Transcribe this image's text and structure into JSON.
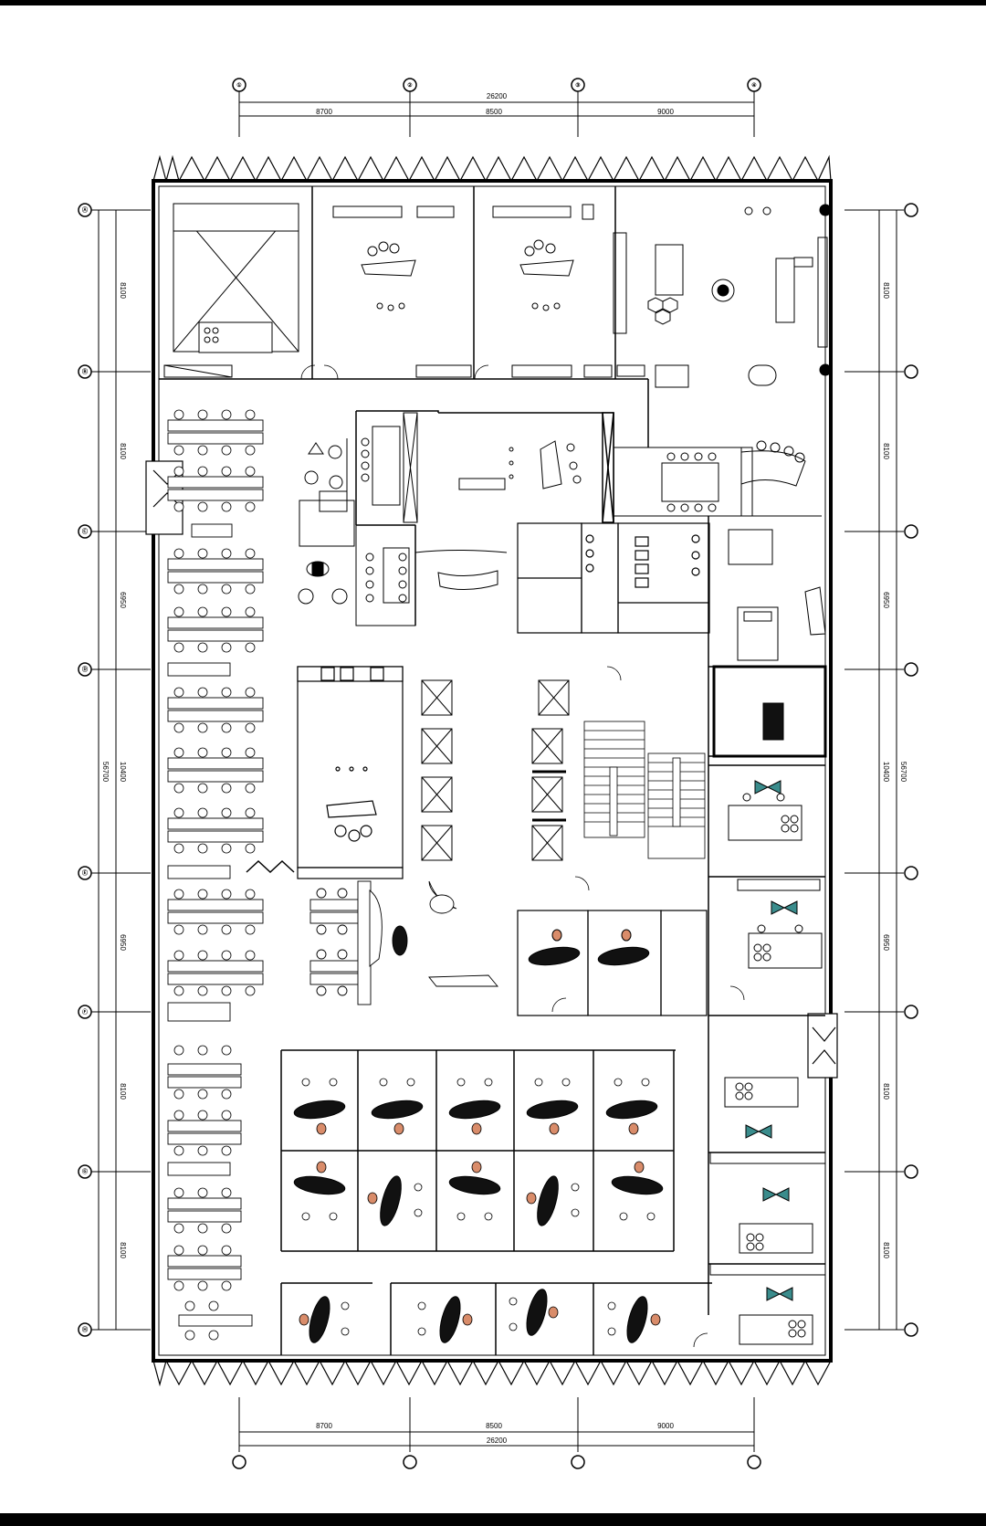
{
  "dimensions": {
    "top_total": "26200",
    "top_spans": [
      "8700",
      "8500",
      "9000"
    ],
    "bottom_total": "26200",
    "bottom_spans": [
      "8700",
      "8500",
      "9000"
    ],
    "left_spans": [
      "8100",
      "8100",
      "6950",
      "10400",
      "6950",
      "8100",
      "8100"
    ],
    "left_total": "56700",
    "right_spans": [
      "8100",
      "8100",
      "6950",
      "10400",
      "6950",
      "8100",
      "8100"
    ],
    "right_total": "56700"
  },
  "grid_markers": {
    "columns": [
      "①",
      "②",
      "③",
      "④"
    ],
    "rows": [
      "Ⓐ",
      "Ⓑ",
      "Ⓒ",
      "Ⓓ",
      "Ⓔ",
      "Ⓕ",
      "Ⓖ",
      "Ⓗ"
    ]
  },
  "colors": {
    "line": "#000000",
    "accent_teal": "#3a8c8c",
    "chair_accent": "#d98c6a",
    "desk_fill": "#111111",
    "background": "#ffffff"
  }
}
